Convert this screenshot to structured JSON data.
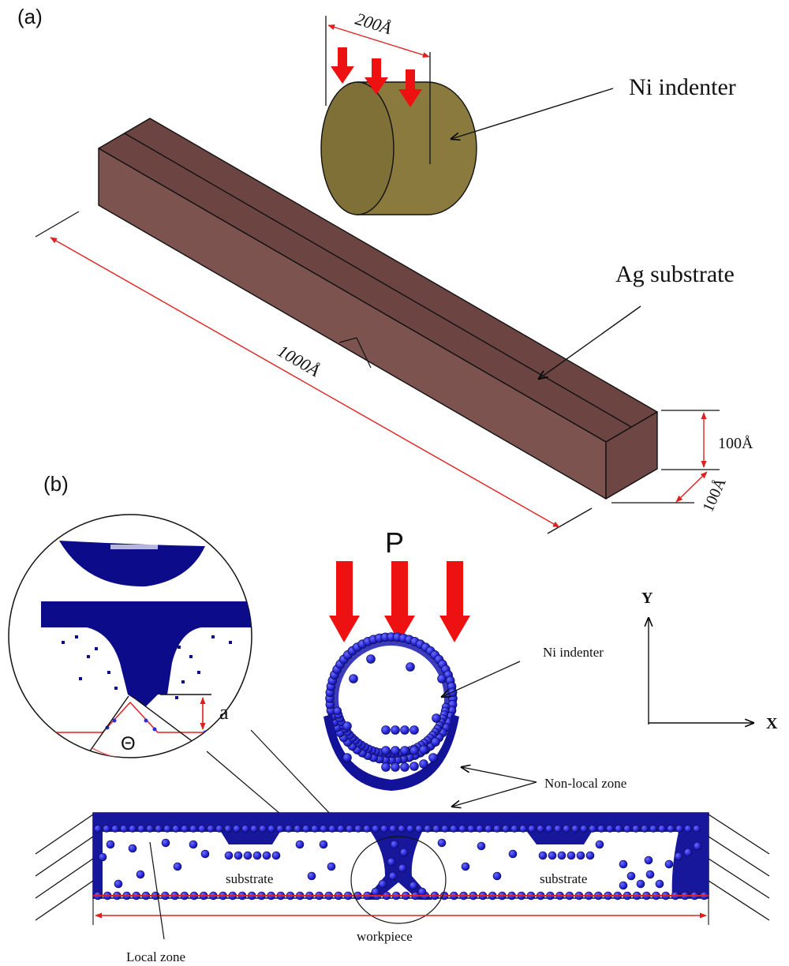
{
  "panel_a": {
    "label": "(a)",
    "dim_indenter_width": "200Å",
    "indenter_label": "Ni indenter",
    "substrate_label": "Ag substrate",
    "dim_length": "1000Å",
    "dim_height": "100Å",
    "dim_depth": "100Å",
    "colors": {
      "substrate": "#7d5350",
      "indenter": "#8a7a3e",
      "dimension": "#e02020",
      "arrow": "#ee1111"
    }
  },
  "panel_b": {
    "label": "(b)",
    "load_label": "P",
    "axis_y": "Y",
    "axis_x": "X",
    "indenter_label": "Ni indenter",
    "nonlocal_label": "Non-local zone",
    "substrate_left": "substrate",
    "substrate_right": "substrate",
    "workpiece_label": "workpiece",
    "local_zone_label": "Local zone",
    "inset_depth": "a",
    "inset_angle": "Θ",
    "colors": {
      "atoms": "#2a2ae0",
      "atoms_dark": "#0a0a6e",
      "red_line": "#e02020"
    }
  }
}
